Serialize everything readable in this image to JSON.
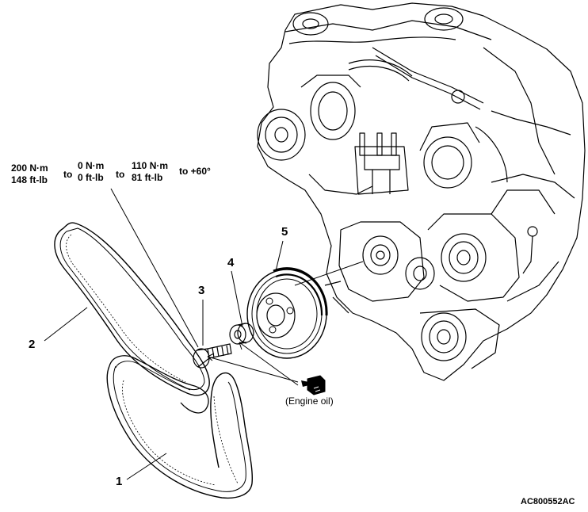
{
  "torque_sequence": [
    {
      "nm": "200 N·m",
      "ftlb": "148 ft-lb"
    },
    {
      "connector": "to"
    },
    {
      "nm": "0 N·m",
      "ftlb": "0 ft-lb"
    },
    {
      "connector": "to"
    },
    {
      "nm": "110 N·m",
      "ftlb": "81 ft-lb"
    },
    {
      "connector": "to +60°"
    }
  ],
  "callouts": [
    "1",
    "2",
    "3",
    "4",
    "5"
  ],
  "lubricant_note": "(Engine oil)",
  "figure_code": "AC800552AC",
  "line_color": "#000000",
  "background_color": "#ffffff",
  "icons": {
    "oil_can": "oil-can-icon"
  }
}
